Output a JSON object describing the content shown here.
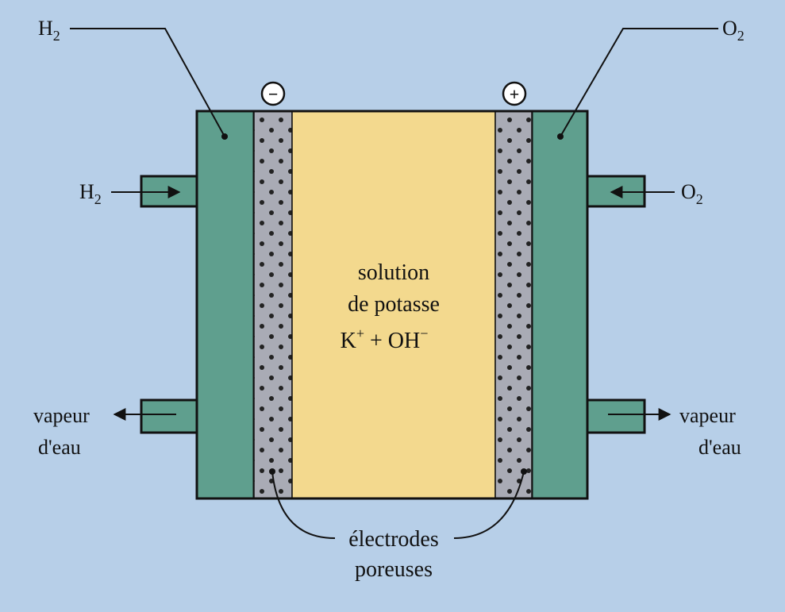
{
  "labels": {
    "h2_top": "H",
    "h2_top_sub": "2",
    "o2_top": "O",
    "o2_top_sub": "2",
    "h2_inlet": "H",
    "h2_inlet_sub": "2",
    "o2_inlet": "O",
    "o2_inlet_sub": "2",
    "vapor_left_line1": "vapeur",
    "vapor_left_line2": "d'eau",
    "vapor_right_line1": "vapeur",
    "vapor_right_line2": "d'eau",
    "electrodes_line1": "électrodes",
    "electrodes_line2": "poreuses"
  },
  "electrolyte": {
    "line1": "solution",
    "line2": "de potasse",
    "k_ion": "K",
    "k_charge": "+",
    "plus": " + OH",
    "oh_charge": "−"
  },
  "terminals": {
    "negative": "−",
    "positive": "+"
  },
  "colors": {
    "background": "#b7cfe8",
    "gas_chamber": "#5f9f8e",
    "electrode": "#a9abb5",
    "electrolyte": "#f3d98e",
    "outline": "#111111"
  }
}
